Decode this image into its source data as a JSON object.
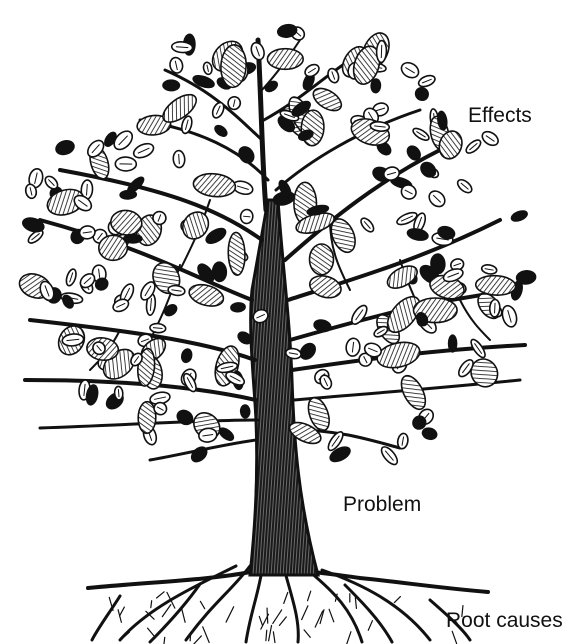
{
  "labels": {
    "effects": "Effects",
    "problem": "Problem",
    "root_causes": "Root causes"
  },
  "colors": {
    "ink": "#111111",
    "background": "#ffffff"
  }
}
